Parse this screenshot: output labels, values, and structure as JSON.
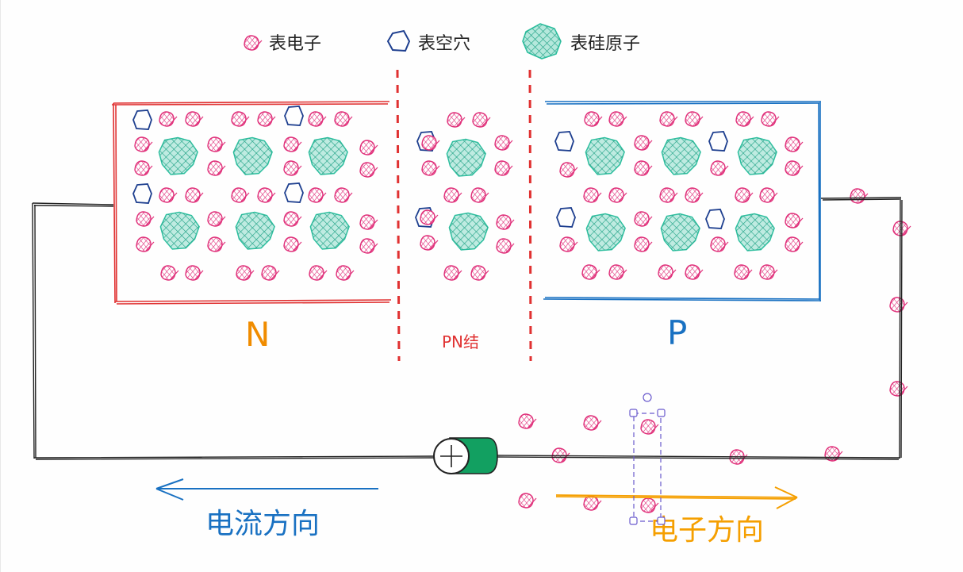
{
  "legend": {
    "electron_label": "表电子",
    "hole_label": "表空穴",
    "atom_label": "表硅原子"
  },
  "regions": {
    "n_label": "N",
    "pn_label": "PN结",
    "p_label": "P"
  },
  "arrows": {
    "current_label": "电流方向",
    "electron_flow_label": "电子方向"
  },
  "colors": {
    "electron": "#e0307a",
    "hole": "#1e3f8f",
    "atom": "#2ebf9f",
    "n_border": "#e03131",
    "p_border": "#1971c2",
    "junction": "#e03131",
    "n_text": "#f08c00",
    "p_text": "#1971c2",
    "current_arrow": "#1971c2",
    "electron_arrow": "#f59f00",
    "battery": "#12a061",
    "selection": "#6a5acd"
  }
}
